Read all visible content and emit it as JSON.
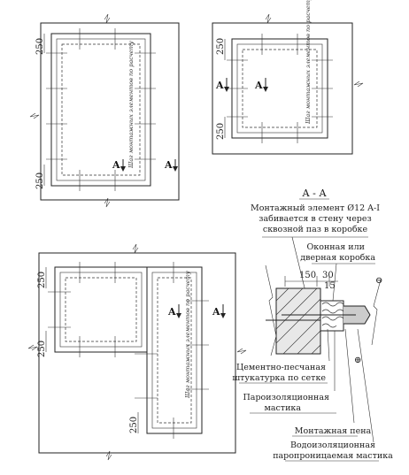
{
  "plan1": {
    "dim_top": "250",
    "dim_bottom": "250",
    "section_mark": "A",
    "note": "Шаг монтажных элементов по расчету"
  },
  "plan2": {
    "dim_top": "250",
    "dim_bottom": "250",
    "section_mark": "A",
    "note": "Шаг монтажных элементов по расчету"
  },
  "plan3": {
    "dim_top": "250",
    "dim_mid": "250",
    "dim_bottom": "250",
    "section_mark": "A",
    "note": "Шаг монтажных элементов по расчету"
  },
  "section": {
    "title": "А - А",
    "element_note_line1": "Монтажный элемент Ø12 A-I",
    "element_note_line2": "забивается в стену через",
    "element_note_line3": "сквозной паз в коробке",
    "frame_label_line1": "Оконная или",
    "frame_label_line2": "дверная коробка",
    "dim_150": "150",
    "dim_30": "30",
    "dim_15": "15",
    "sign_minus": "⊖",
    "sign_plus": "⊕",
    "plaster_line1": "Цементно-песчаная",
    "plaster_line2": "штукатурка по сетке",
    "vapor_line1": "Пароизоляционная",
    "vapor_line2": "мастика",
    "foam_label": "Монтажная пена",
    "water_line1": "Водоизоляционная",
    "water_line2": "паропроницаемая мастика"
  }
}
